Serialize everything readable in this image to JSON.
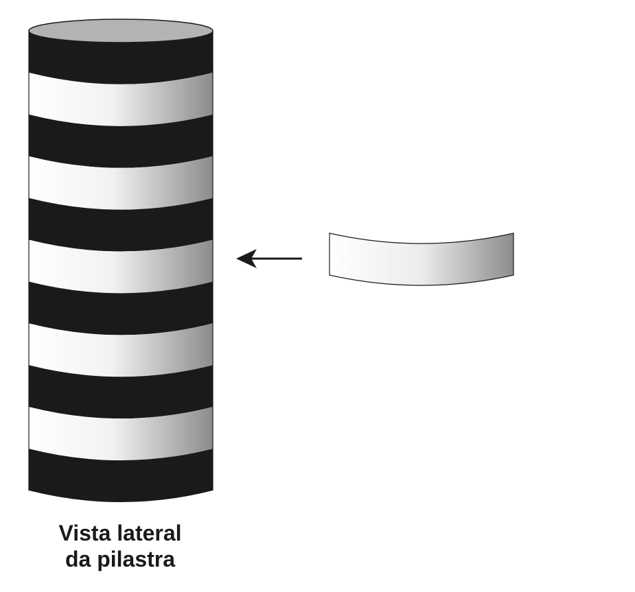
{
  "caption": {
    "line1": "Vista lateral",
    "line2": "da pilastra"
  },
  "pillar": {
    "stripe_pattern": [
      "black",
      "white",
      "black",
      "white",
      "black",
      "white",
      "black",
      "white",
      "black",
      "white",
      "black"
    ]
  },
  "colors": {
    "black_stripe": "#1a1a1a",
    "white_stripe_light": "#ffffff",
    "white_stripe_dark": "#8c8c8c",
    "top_cap": "#b3b3b3",
    "outline": "#1a1a1a"
  },
  "icons": {
    "arrow": "arrow-left-icon"
  }
}
